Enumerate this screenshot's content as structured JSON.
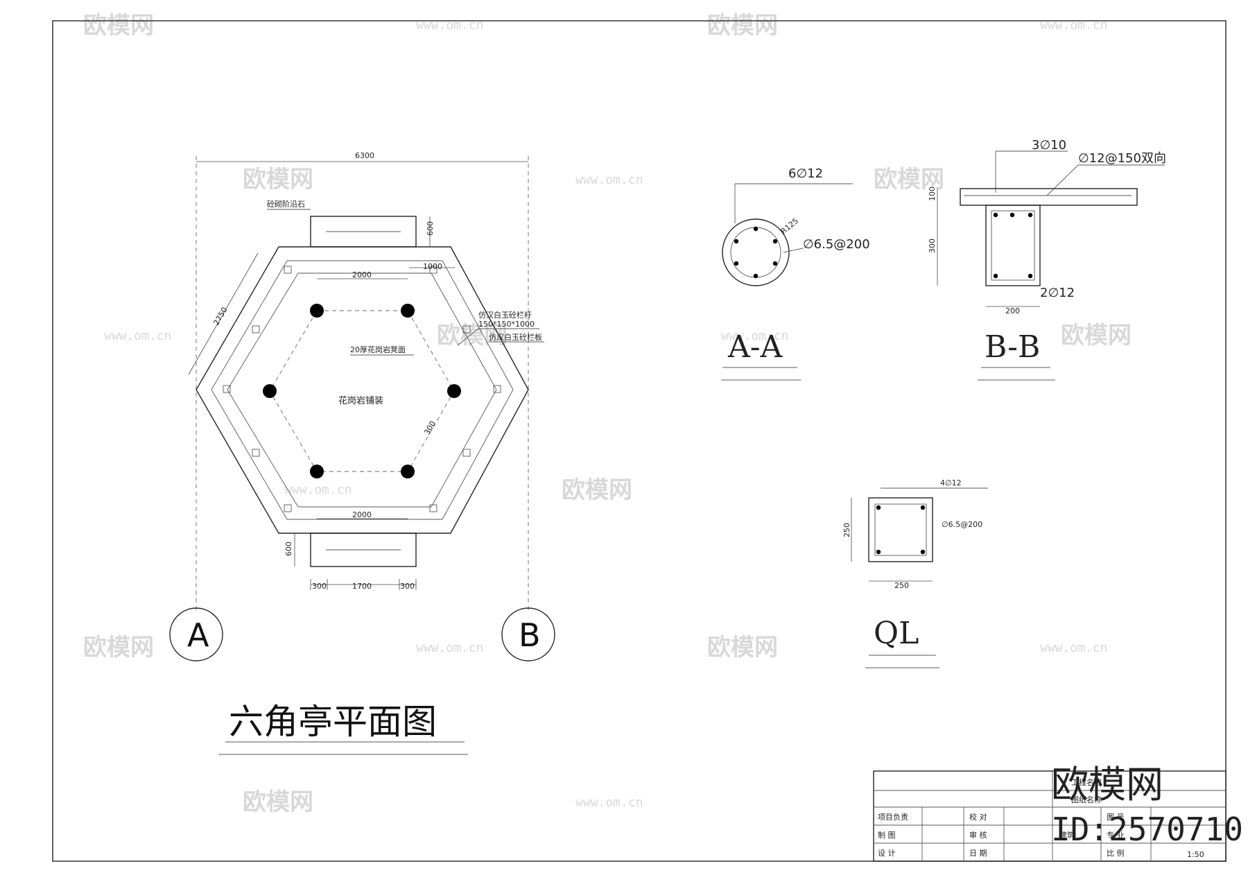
{
  "plan": {
    "dim_overall": "6300",
    "label_step": "砼砌阶沿石",
    "dim_step_depth_top": "600",
    "dim_top_col": "2000",
    "dim_side_bench": "1000",
    "dim_side": "2750",
    "label_railing_1": "仿汉白玉砼栏杆",
    "label_railing_2": "150*150*1000",
    "label_railing_3": "仿汉白玉砼栏板",
    "label_seat": "20厚花岗岩凳面",
    "label_center": "花岗岩铺装",
    "dim_inner": "300",
    "dim_bottom_col": "2000",
    "dim_step_depth_bottom": "600",
    "dim_bottom_left": "300",
    "dim_bottom_mid": "1700",
    "dim_bottom_right": "300",
    "axis_a": "A",
    "axis_b": "B",
    "title": "六角亭平面图"
  },
  "section_aa": {
    "rebar_main": "6∅12",
    "radius": "R125",
    "stirrup": "∅6.5@200",
    "title": "A-A"
  },
  "section_bb": {
    "rebar_top": "3∅10",
    "slab_rebar": "∅12@150双向",
    "dim_slab": "100",
    "dim_beam_h": "300",
    "rebar_bottom": "2∅12",
    "dim_beam_w": "200",
    "title": "B-B"
  },
  "section_ql": {
    "rebar_main": "4∅12",
    "stirrup": "∅6.5@200",
    "dim_h": "250",
    "dim_w": "250",
    "title": "QL"
  },
  "title_block": {
    "row1": "工程名称",
    "row2": "图纸名称",
    "lead": "项目负责",
    "check": "校 对",
    "draw": "制 图",
    "review": "审 核",
    "design": "设 计",
    "date": "日 期",
    "sheet_no": "图 号",
    "discipline": "专 业",
    "discipline_val": "建筑",
    "scale_label": "比 例",
    "scale": "1:50"
  },
  "watermark": {
    "brand": "欧模网",
    "url": "www.om.cn",
    "logo": "欧模网",
    "id": "ID:2570710"
  }
}
